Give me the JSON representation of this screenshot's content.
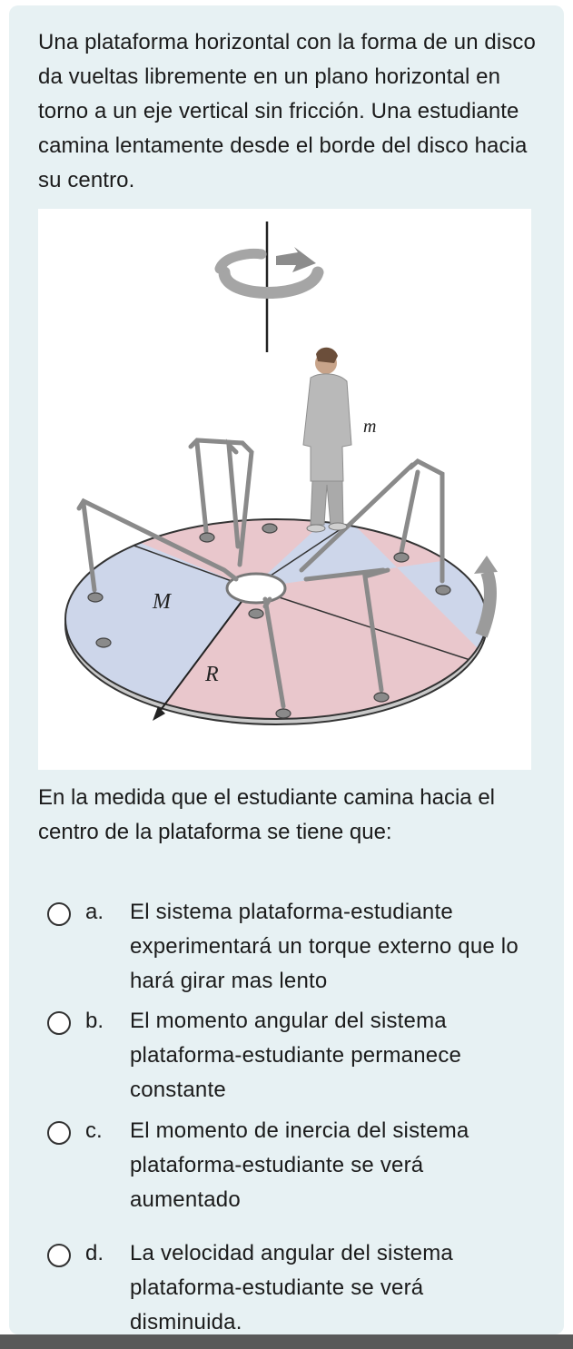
{
  "question": {
    "text": "Una plataforma horizontal con la forma de un disco da vueltas libremente en un plano horizontal en torno a un eje vertical sin fricción. Una estudiante camina lentamente desde el borde del disco hacia su centro."
  },
  "figure": {
    "labels": {
      "m": "m",
      "M": "M",
      "R": "R"
    },
    "colors": {
      "pink": "#e9c7cc",
      "blue": "#cdd6ea",
      "arrow": "#9b9b9b"
    }
  },
  "prompt": "En la medida que el estudiante camina hacia el centro de la plataforma se tiene que:",
  "options": [
    {
      "letter": "a.",
      "text": "El sistema plataforma-estudiante experimentará un torque externo que lo hará girar mas lento"
    },
    {
      "letter": "b.",
      "text": "El momento angular del sistema plataforma-estudiante permanece constante"
    },
    {
      "letter": "c.",
      "text": "El momento de inercia del sistema plataforma-estudiante se verá aumentado"
    },
    {
      "letter": "d.",
      "text": "La velocidad angular del sistema plataforma-estudiante se verá disminuida."
    }
  ]
}
